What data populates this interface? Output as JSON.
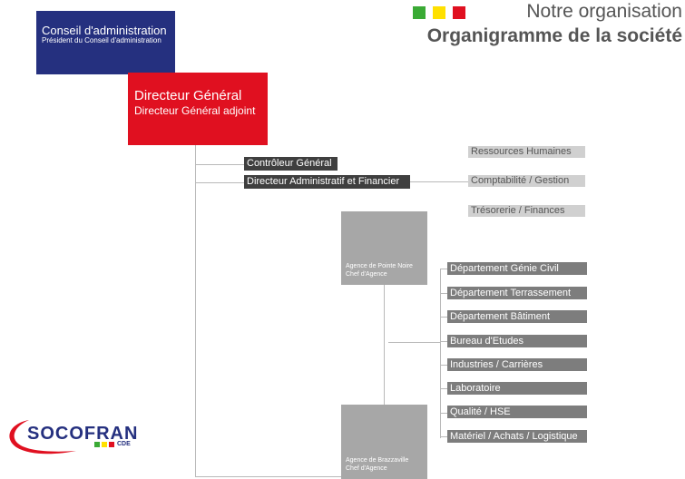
{
  "header": {
    "subtitle": "Notre organisation",
    "title": "Organigramme de la société",
    "squares": [
      "#3aaa35",
      "#ffe000",
      "#e01020"
    ]
  },
  "board": {
    "title": "Conseil d'administration",
    "subtitle": "Président du Conseil d'administration",
    "color": "#25307f"
  },
  "direction": {
    "title": "Directeur Général",
    "subtitle": "Directeur Général adjoint",
    "color": "#e01020"
  },
  "controller": "Contrôleur Général",
  "daf": "Directeur Administratif et Financier",
  "finance_units": [
    "Ressources Humaines",
    "Comptabilité / Gestion",
    "Trésorerie / Finances"
  ],
  "agencies": [
    {
      "name": "Agence de Pointe Noire",
      "role": "Chef d'Agence"
    },
    {
      "name": "Agence de Brazzaville",
      "role": "Chef d'Agence"
    }
  ],
  "departments": [
    "Département Génie Civil",
    "Département Terrassement",
    "Département Bâtiment",
    "Bureau d'Etudes",
    "Industries / Carrières",
    "Laboratoire",
    "Qualité / HSE",
    "Matériel / Achats / Logistique"
  ],
  "logo": {
    "name": "SOCOFRAN",
    "suffix": "CDE",
    "icon": "socofran-swoosh-logo"
  }
}
